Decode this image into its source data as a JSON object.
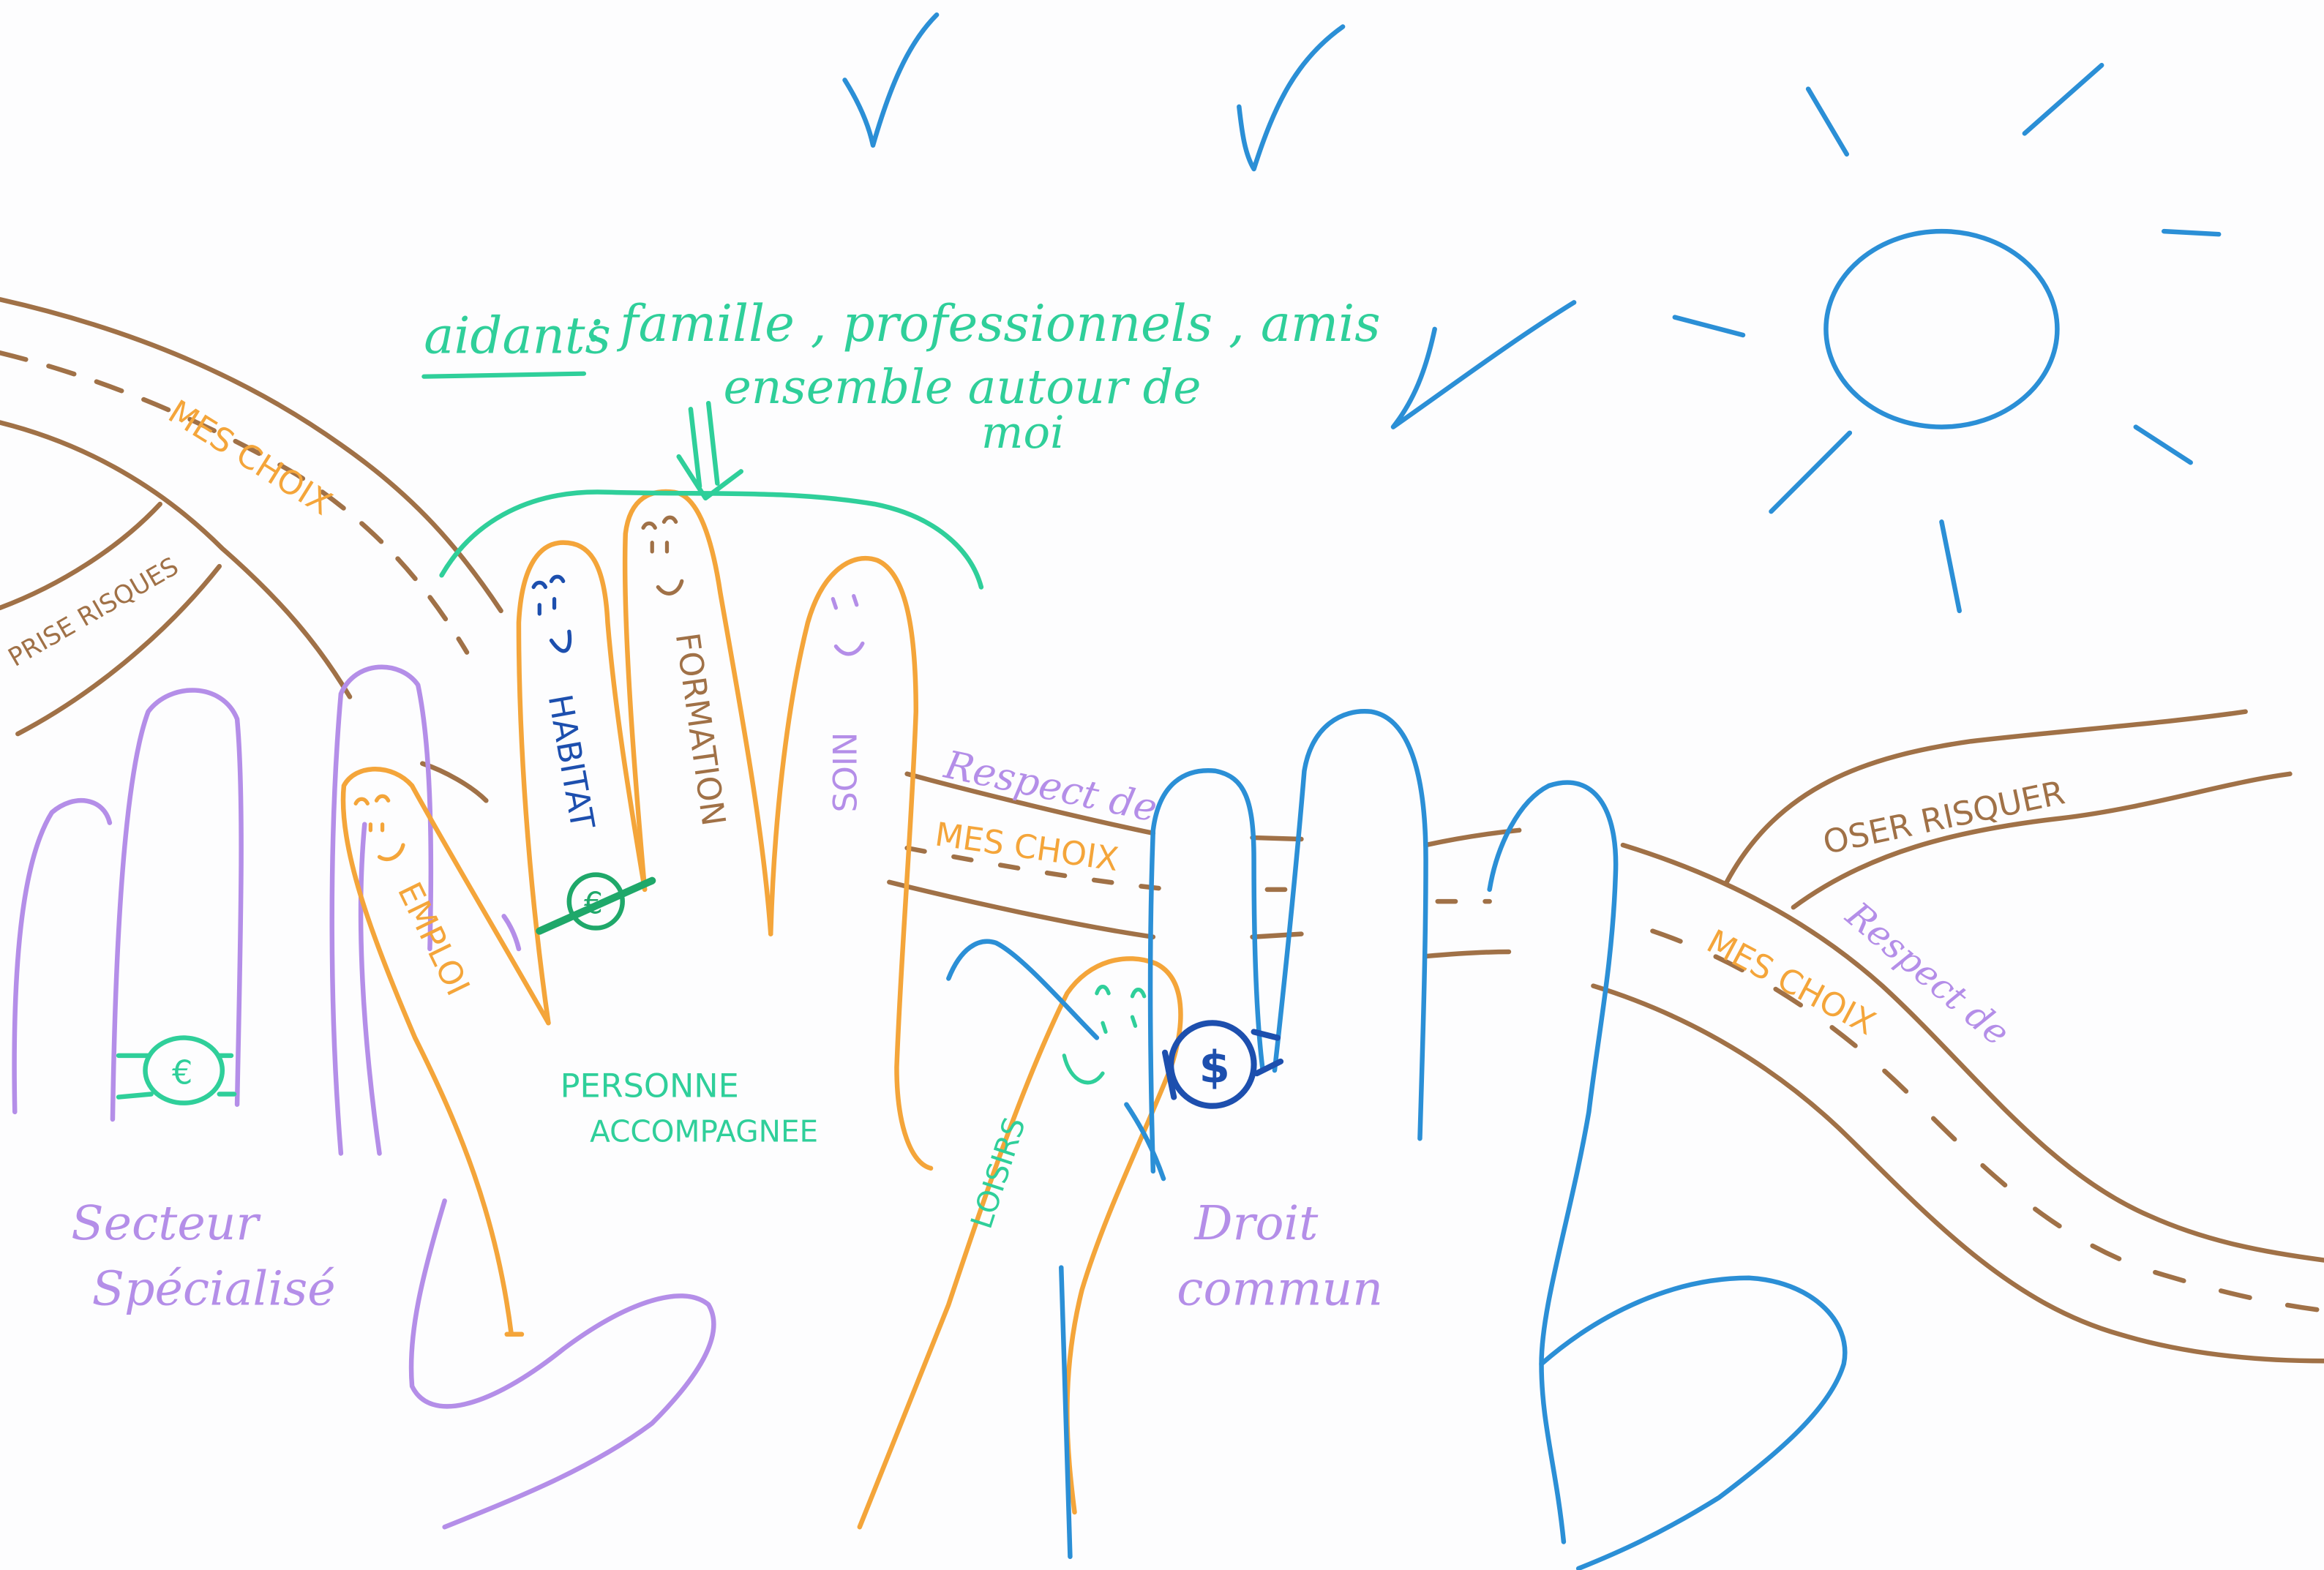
{
  "colors": {
    "brown": "#a07147",
    "orange": "#f4a53a",
    "purple": "#b48ee8",
    "green": "#2fcf9a",
    "blue": "#2b8fd6",
    "dark_blue": "#1d4fae",
    "paper": "#fdfdfe"
  },
  "caption": {
    "aidants_label": "aidants",
    "aidants_line1": ": famille , professionnels , amis",
    "aidants_line2": "ensemble autour de",
    "aidants_line3": "moi"
  },
  "roads": {
    "top_left_road": "MES CHOIX",
    "branch_left": "PRISE RISQUES",
    "middle_road_prefix": "Respect de",
    "middle_road": "MES CHOIX",
    "right_road_prefix": "Respect de",
    "right_road": "MES CHOIX",
    "right_branch": "OSER RISQUER"
  },
  "fingers": {
    "emploi": "EMPLOI",
    "habitat": "HABITAT",
    "formation": "FORMATION",
    "soin": "SOIN",
    "loisirs": "LOISIRS"
  },
  "labels": {
    "personne_line1": "PERSONNE",
    "personne_line2": "ACCOMPAGNEE",
    "secteur_line1": "Secteur",
    "secteur_line2": "Spécialisé",
    "droit_line1": "Droit",
    "droit_line2": "commun"
  },
  "symbols": {
    "ring_currency": "€",
    "habitat_currency": "€",
    "watch_currency": "$"
  },
  "icons": [
    "sun-icon",
    "bird-icon",
    "smiley-face-icon",
    "ring-icon",
    "watch-icon",
    "arrow-down-icon"
  ]
}
